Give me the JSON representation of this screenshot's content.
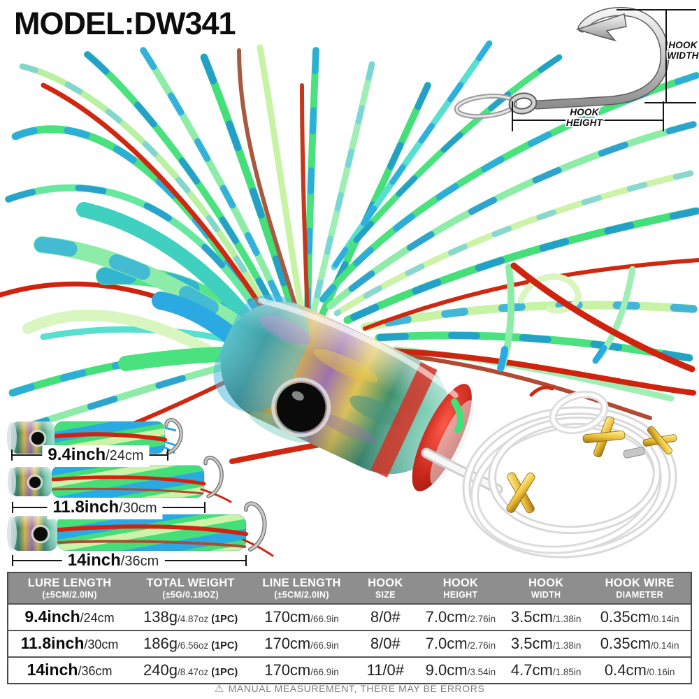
{
  "title": {
    "model": "MODEL:DW341"
  },
  "hook_diagram": {
    "width_label": [
      "HOOK",
      "WIDTH"
    ],
    "height_label": [
      "HOOK",
      "HEIGHT"
    ]
  },
  "size_variants": [
    {
      "inch": "9.4inch",
      "cm": "/24cm"
    },
    {
      "inch": "11.8inch",
      "cm": "/30cm"
    },
    {
      "inch": "14inch",
      "cm": "/36cm"
    }
  ],
  "spec_table": {
    "headers": [
      {
        "line1": "LURE LENGTH",
        "line2": "(±5CM/2.0IN)"
      },
      {
        "line1": "TOTAL WEIGHT",
        "line2": "(±5G/0.18OZ)"
      },
      {
        "line1": "LINE LENGTH",
        "line2": "(±5CM/2.0IN)"
      },
      {
        "line1": "HOOK",
        "line2": "SIZE"
      },
      {
        "line1": "HOOK",
        "line2": "HEIGHT"
      },
      {
        "line1": "HOOK",
        "line2": "WIDTH"
      },
      {
        "line1": "HOOK WIRE",
        "line2": "DIAMETER"
      }
    ],
    "rows": [
      {
        "cells": [
          {
            "big": "9.4inch",
            "small": "/24cm"
          },
          {
            "big": "138g",
            "small": "/4.87oz",
            "extra": "(1PC)"
          },
          {
            "big": "170cm",
            "small": "/66.9in"
          },
          {
            "big": "8/0#",
            "small": ""
          },
          {
            "big": "7.0cm",
            "small": "/2.76in"
          },
          {
            "big": "3.5cm",
            "small": "/1.38in"
          },
          {
            "big": "0.35cm",
            "small": "/0.14in"
          }
        ]
      },
      {
        "cells": [
          {
            "big": "11.8inch",
            "small": "/30cm"
          },
          {
            "big": "186g",
            "small": "/6.56oz",
            "extra": "(1PC)"
          },
          {
            "big": "170cm",
            "small": "/66.9in"
          },
          {
            "big": "8/0#",
            "small": ""
          },
          {
            "big": "7.0cm",
            "small": "/2.76in"
          },
          {
            "big": "3.5cm",
            "small": "/1.38in"
          },
          {
            "big": "0.35cm",
            "small": "/0.14in"
          }
        ]
      },
      {
        "cells": [
          {
            "big": "14inch",
            "small": "/36cm"
          },
          {
            "big": "240g",
            "small": "/8.47oz",
            "extra": "(1PC)"
          },
          {
            "big": "170cm",
            "small": "/66.9in"
          },
          {
            "big": "11/0#",
            "small": ""
          },
          {
            "big": "9.0cm",
            "small": "/3.54in"
          },
          {
            "big": "4.7cm",
            "small": "/1.85in"
          },
          {
            "big": "0.4cm",
            "small": "/0.16in"
          }
        ]
      }
    ]
  },
  "disclaimer": {
    "icon": "⚠",
    "text": "MANUAL MEASUREMENT, THERE MAY BE ERRORS"
  },
  "colors": {
    "header_gray": "#8e8e8e",
    "table_border": "#4a4a4a",
    "skirt_green": "#45df7a",
    "skirt_pale_green": "#cdf3a9",
    "skirt_blue": "#2aa9e2",
    "accent_red": "#d02810",
    "brown_red": "#a85a40",
    "hook_silver": "#c9c9c9",
    "gold_tie": "#e3b62e",
    "text_black": "#0d0d0d",
    "disclaimer_gray": "#7d7d7d"
  }
}
